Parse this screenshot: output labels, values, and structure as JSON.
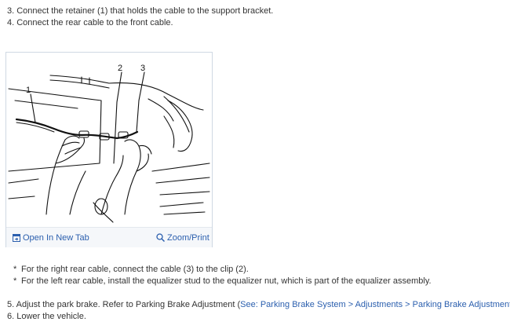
{
  "steps_top": [
    "3. Connect the retainer (1) that holds the cable to the support bracket.",
    "4. Connect the rear cable to the front cable."
  ],
  "figure": {
    "callouts": [
      "1",
      "2",
      "3"
    ],
    "open_tab_label": "Open In New Tab",
    "zoom_label": "Zoom/Print"
  },
  "notes": [
    "For the right rear cable, connect the cable (3) to the clip (2).",
    "For the left rear cable, install the equalizer stud to the equalizer nut, which is part of the equalizer assembly."
  ],
  "step5": {
    "text": "5. Adjust the park brake. Refer to Parking Brake Adjustment (",
    "link": "See: Parking Brake System > Adjustments > Parking Brake Adjustment",
    "suffix": ")."
  },
  "step6": "6. Lower the vehicle.",
  "colors": {
    "link": "#2b5fae",
    "text": "#333333"
  }
}
